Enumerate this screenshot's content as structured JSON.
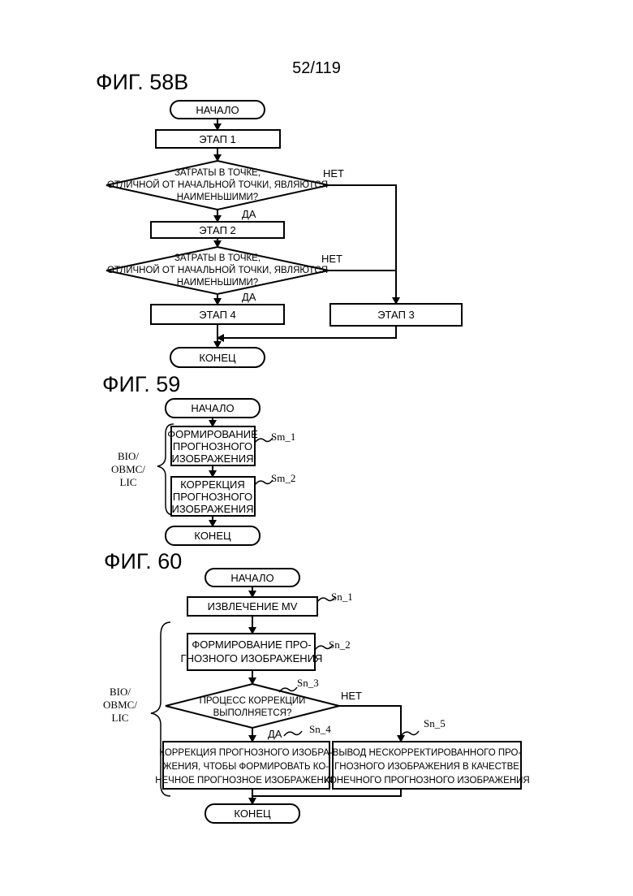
{
  "page_number": "52/119",
  "fig58b": {
    "title": "ФИГ. 58В",
    "start": "НАЧАЛО",
    "step1": "ЭТАП 1",
    "decision1": [
      "ЗАТРАТЫ В ТОЧКЕ,",
      "ОТЛИЧНОЙ ОТ НАЧАЛЬНОЙ ТОЧКИ, ЯВЛЯЮТСЯ",
      "НАИМЕНЬШИМИ?"
    ],
    "yes1": "ДА",
    "no1": "НЕТ",
    "step2": "ЭТАП 2",
    "decision2": [
      "ЗАТРАТЫ В ТОЧКЕ,",
      "ОТЛИЧНОЙ ОТ НАЧАЛЬНОЙ ТОЧКИ, ЯВЛЯЮТСЯ",
      "НАИМЕНЬШИМИ?"
    ],
    "yes2": "ДА",
    "no2": "НЕТ",
    "step4": "ЭТАП 4",
    "step3": "ЭТАП 3",
    "end": "КОНЕЦ"
  },
  "fig59": {
    "title": "ФИГ. 59",
    "start": "НАЧАЛО",
    "step1": [
      "ФОРМИРОВАНИЕ",
      "ПРОГНОЗНОГО",
      "ИЗОБРАЖЕНИЯ"
    ],
    "step1_ref": "Sm_1",
    "step2": [
      "КОРРЕКЦИЯ",
      "ПРОГНОЗНОГО",
      "ИЗОБРАЖЕНИЯ"
    ],
    "step2_ref": "Sm_2",
    "brace_label": [
      "BIO/",
      "OBMC/",
      "LIC"
    ],
    "end": "КОНЕЦ"
  },
  "fig60": {
    "title": "ФИГ. 60",
    "start": "НАЧАЛО",
    "step1": "ИЗВЛЕЧЕНИЕ MV",
    "step1_ref": "Sn_1",
    "step2": [
      "ФОРМИРОВАНИЕ ПРО-",
      "ГНОЗНОГО ИЗОБРАЖЕНИЯ"
    ],
    "step2_ref": "Sn_2",
    "decision": [
      "ПРОЦЕСС КОРРЕКЦИИ",
      "ВЫПОЛНЯЕТСЯ?"
    ],
    "decision_ref": "Sn_3",
    "yes": "ДА",
    "no": "НЕТ",
    "step4": [
      "КОРРЕКЦИЯ ПРОГНОЗНОГО ИЗОБРА-",
      "ЖЕНИЯ, ЧТОБЫ ФОРМИРОВАТЬ КО-",
      "НЕЧНОЕ ПРОГНОЗНОЕ ИЗОБРАЖЕНИЕ"
    ],
    "step4_ref": "Sn_4",
    "step5": [
      "ВЫВОД НЕСКОРРЕКТИРОВАННОГО ПРО-",
      "ГНОЗНОГО ИЗОБРАЖЕНИЯ В КАЧЕСТВЕ",
      "КОНЕЧНОГО ПРОГНОЗНОГО ИЗОБРАЖЕНИЯ"
    ],
    "step5_ref": "Sn_5",
    "brace_label": [
      "BIO/",
      "OBMC/",
      "LIC"
    ],
    "end": "КОНЕЦ"
  }
}
